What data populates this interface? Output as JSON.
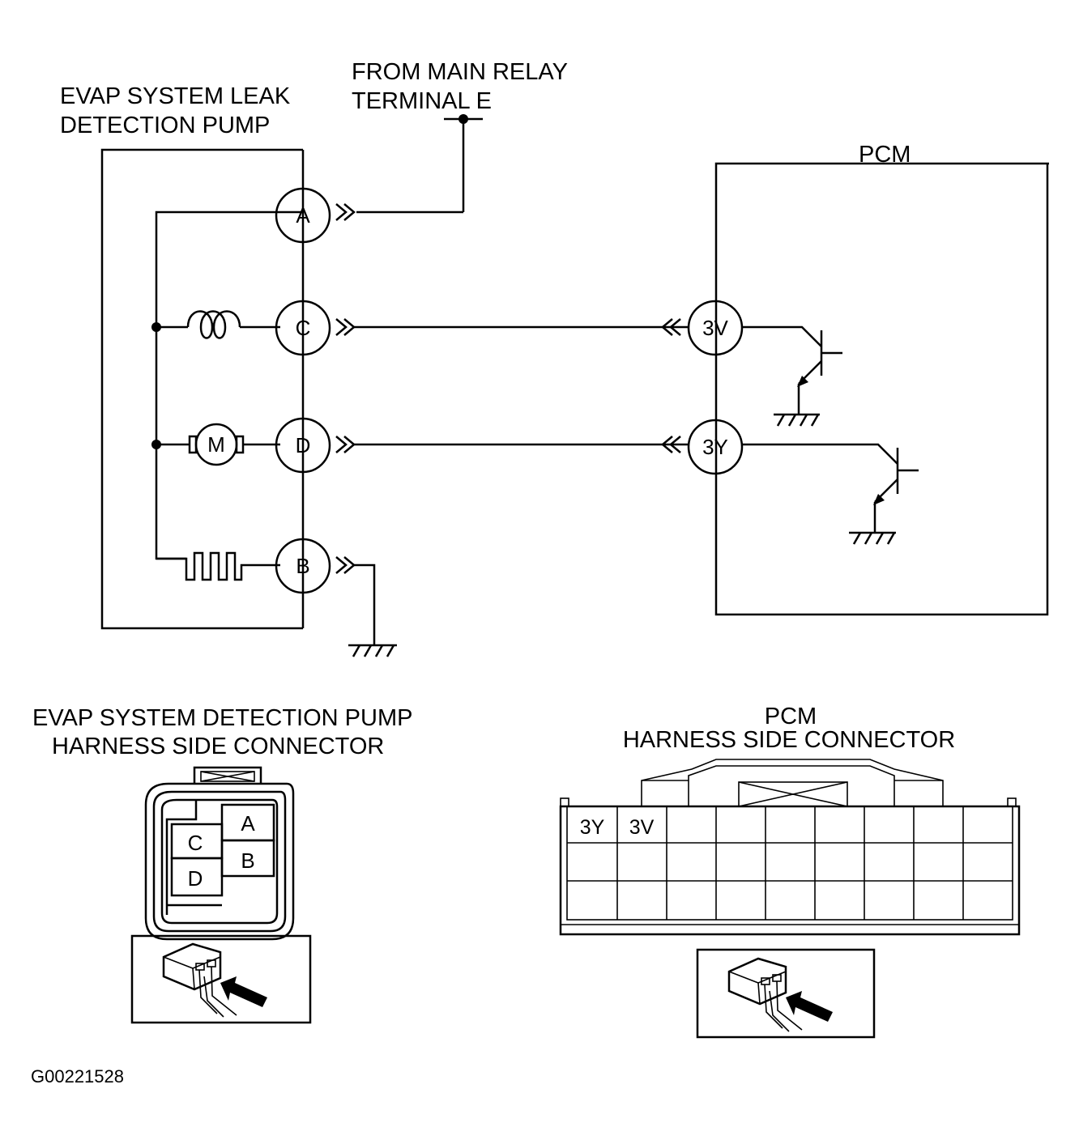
{
  "labels": {
    "relay_line1": "FROM MAIN RELAY",
    "relay_line2": "TERMINAL E",
    "pump_line1": "EVAP SYSTEM LEAK",
    "pump_line2": "DETECTION PUMP",
    "pcm": "PCM",
    "pump_conn_line1": "EVAP SYSTEM DETECTION PUMP",
    "pump_conn_line2": "HARNESS SIDE CONNECTOR",
    "pcm_conn_line1": "PCM",
    "pcm_conn_line2": "HARNESS SIDE CONNECTOR",
    "figure_id": "G00221528"
  },
  "pump_terminals": {
    "a": "A",
    "c": "C",
    "d": "D",
    "b": "B"
  },
  "pump_components": {
    "motor": "M"
  },
  "pcm_terminals": {
    "t3v": "3V",
    "t3y": "3Y"
  },
  "pump_connector_cells": {
    "a": "A",
    "b": "B",
    "c": "C",
    "d": "D"
  },
  "pcm_connector_cells": [
    "3Y",
    "3V"
  ]
}
